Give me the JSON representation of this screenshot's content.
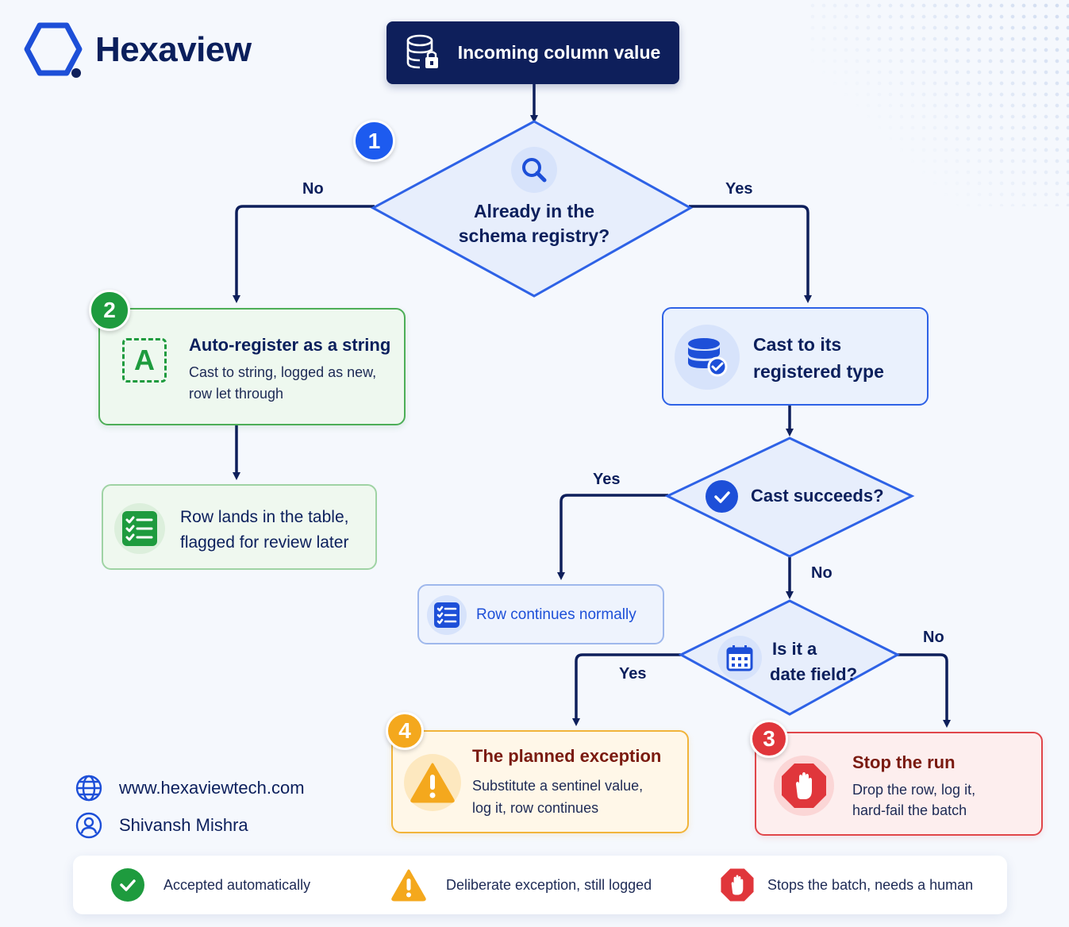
{
  "brand": {
    "name": "Hexaview"
  },
  "start": {
    "label": "Incoming column value",
    "icon": "database-lock-icon"
  },
  "decisions": {
    "registry": {
      "badge": "1",
      "line1": "Already in the",
      "line2": "schema registry?",
      "icon": "search-icon",
      "no_label": "No",
      "yes_label": "Yes"
    },
    "cast": {
      "label": "Cast succeeds?",
      "icon": "check-circle-icon",
      "yes_label": "Yes",
      "no_label": "No"
    },
    "date": {
      "line1": "Is it a",
      "line2": "date field?",
      "icon": "calendar-icon",
      "yes_label": "Yes",
      "no_label": "No"
    }
  },
  "nodes": {
    "auto_register": {
      "badge": "2",
      "title": "Auto-register as a string",
      "sub1": "Cast to string, logged as new,",
      "sub2": "row let through",
      "icon": "letter-a-icon",
      "icon_text": "A"
    },
    "row_lands": {
      "line1": "Row lands in the table,",
      "line2": "flagged for review later",
      "icon": "checklist-icon"
    },
    "cast_type": {
      "line1": "Cast to its",
      "line2": "registered type",
      "icon": "database-check-icon"
    },
    "row_continues": {
      "label": "Row continues normally",
      "icon": "checklist-icon"
    },
    "planned_exception": {
      "badge": "4",
      "title": "The planned exception",
      "sub1": "Substitute a sentinel value,",
      "sub2": "log it, row continues",
      "icon": "warning-icon"
    },
    "stop_run": {
      "badge": "3",
      "title": "Stop the run",
      "sub1": "Drop the row, log it,",
      "sub2": "hard-fail the batch",
      "icon": "stop-hand-icon"
    }
  },
  "footer": {
    "website": "www.hexaviewtech.com",
    "author": "Shivansh Mishra"
  },
  "legend": [
    {
      "label": "Accepted automatically",
      "icon": "check-circle-icon",
      "color": "#1e9b3e"
    },
    {
      "label": "Deliberate exception, still logged",
      "icon": "warning-icon",
      "color": "#f4a81d"
    },
    {
      "label": "Stops the batch, needs a human",
      "icon": "stop-hand-icon",
      "color": "#e0363b"
    }
  ],
  "colors": {
    "navy": "#0e1f5b",
    "blue": "#2e62e6",
    "green": "#1e9b3e",
    "orange": "#f4a81d",
    "red": "#e0363b"
  }
}
